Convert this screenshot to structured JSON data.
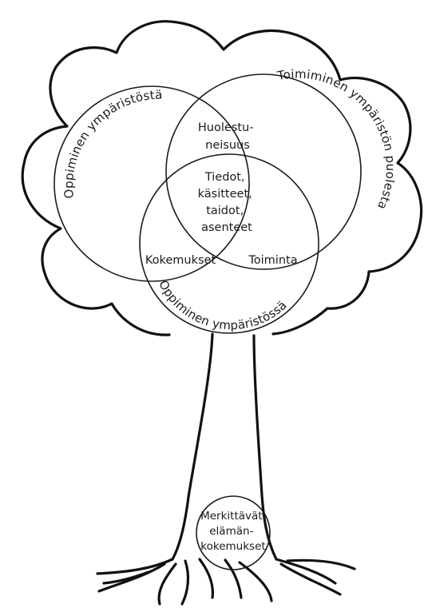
{
  "diagram": {
    "circles": {
      "learning_from": {
        "label": "Oppiminen ympäristöstä"
      },
      "acting_for": {
        "label": "Toimiminen ympäristön puolesta"
      },
      "learning_in": {
        "label": "Oppiminen ympäristössä"
      }
    },
    "intersections": {
      "top": [
        "Huolestu-",
        "neisuus"
      ],
      "center": [
        "Tiedot,",
        "käsitteet,",
        "taidot,",
        "asenteet"
      ],
      "left": [
        "Kokemukset"
      ],
      "right": [
        "Toiminta"
      ]
    },
    "root": {
      "lines": [
        "Merkittävät",
        "elämän-",
        "kokemukset"
      ]
    }
  }
}
